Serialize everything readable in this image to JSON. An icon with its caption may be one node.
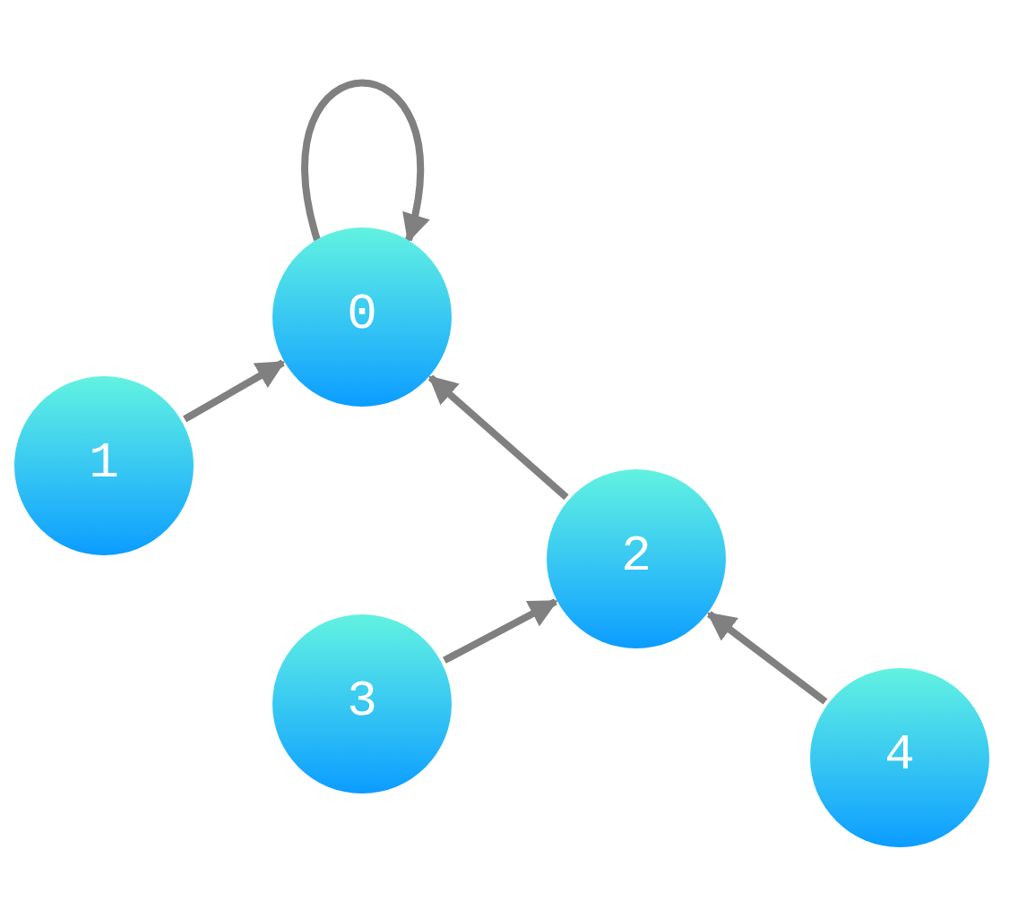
{
  "diagram": {
    "nodes": [
      {
        "text": [
          "0"
        ]
      },
      {
        "text": [
          "1"
        ]
      },
      {
        "text": [
          "2"
        ]
      },
      {
        "text": [
          "3"
        ]
      },
      {
        "text": [
          "4"
        ]
      }
    ],
    "edges": [
      {
        "from": 0,
        "to": 0,
        "arrow": "to"
      },
      {
        "from": 1,
        "to": 0,
        "arrow": "to"
      },
      {
        "from": 2,
        "to": 0,
        "arrow": "to"
      },
      {
        "from": 3,
        "to": 2,
        "arrow": "to"
      },
      {
        "from": 4,
        "to": 2,
        "arrow": "to"
      }
    ]
  }
}
